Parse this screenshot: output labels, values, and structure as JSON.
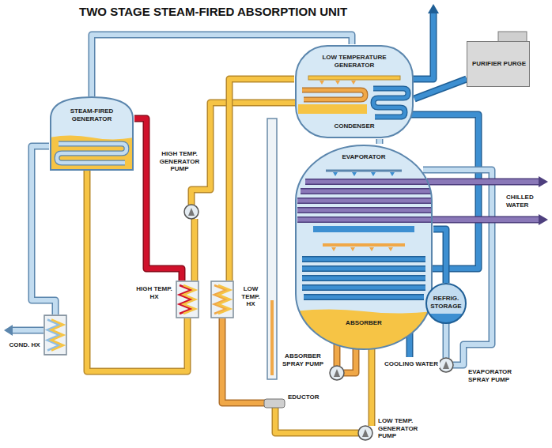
{
  "diagram": {
    "title": "TWO STAGE STEAM-FIRED ABSORPTION UNIT",
    "nodes": [
      {
        "text": [
          "STEAM-FIRED GENERATOR"
        ]
      },
      {
        "text": [
          "LOW TEMPERATURE GENERATOR",
          "CONDENSER"
        ]
      },
      {
        "text": [
          "PURIFIER PURGE"
        ]
      },
      {
        "text": [
          "EVAPORATOR",
          "ABSORBER"
        ]
      },
      {
        "text": [
          "REFRIG. STORAGE"
        ]
      },
      {
        "text": [
          "COND. HX"
        ]
      },
      {
        "text": [
          "HIGH TEMP. HX"
        ]
      },
      {
        "text": [
          "LOW TEMP. HX"
        ]
      }
    ],
    "edges": [
      {
        "from": 0,
        "to": 1,
        "arrow": "none"
      },
      {
        "from": 0,
        "to": 6,
        "arrow": "none"
      },
      {
        "from": 0,
        "to": 5,
        "arrow": "none"
      },
      {
        "from": 7,
        "to": 1,
        "arrow": "none"
      },
      {
        "from": 1,
        "to": 2,
        "arrow": "none"
      },
      {
        "from": 1,
        "to": 3,
        "arrow": "none"
      },
      {
        "from": 3,
        "to": 4,
        "arrow": "none"
      }
    ],
    "labels": [
      "HIGH TEMP. GENERATOR PUMP",
      "CHILLED WATER",
      "ABSORBER SPRAY PUMP",
      "COOLING WATER",
      "EVAPORATOR SPRAY PUMP",
      "EDUCTOR",
      "LOW TEMP. GENERATOR PUMP"
    ]
  }
}
